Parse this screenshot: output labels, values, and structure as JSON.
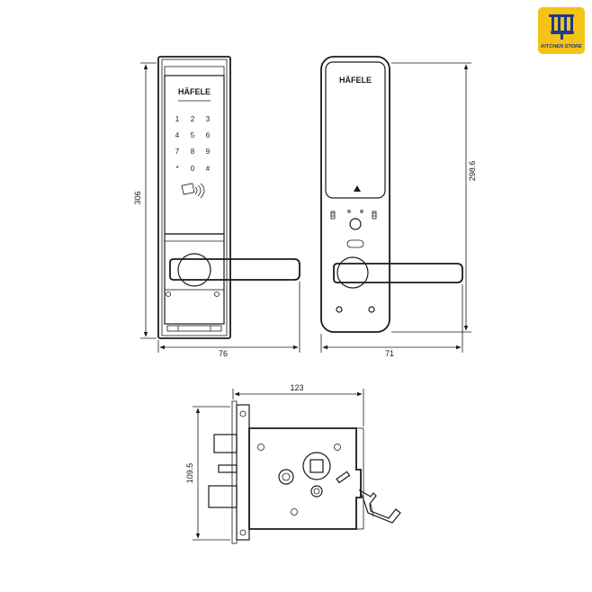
{
  "badge": {
    "name": "KITCHEN STORE",
    "bg_color": "#f3c316",
    "text_color": "#1b3a8c",
    "icon": "fork-knife-spoon-icon"
  },
  "front_view": {
    "brand": "HÄFELE",
    "keypad_keys": [
      "1",
      "2",
      "3",
      "4",
      "5",
      "6",
      "7",
      "8",
      "9",
      "*",
      "0",
      "#"
    ],
    "card_reader_icon": "rfid-card-icon",
    "dim_height": "306",
    "dim_width": "76"
  },
  "back_view": {
    "brand": "HÄFELE",
    "dim_height": "298.6",
    "dim_width": "71"
  },
  "mortise_view": {
    "dim_width": "123",
    "dim_height": "109.5"
  }
}
